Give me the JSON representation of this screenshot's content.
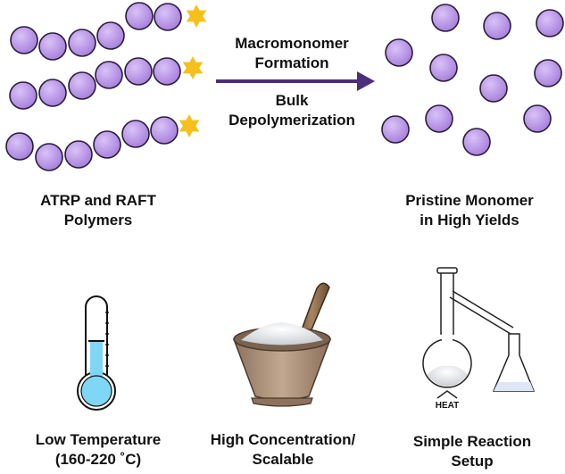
{
  "colors": {
    "bead_fill": "#b48be6",
    "bead_edge": "#2a1d3a",
    "arrow": "#4b2f7a",
    "star": "#f5c01b",
    "thermo_liquid": "#7fd6f5",
    "mortar": "#b59a82",
    "powder": "#e9ecef",
    "pestle": "#8a6a4a"
  },
  "icons": [
    "star-icon",
    "thermometer-icon",
    "mortar-pestle-icon",
    "flask-setup-icon"
  ],
  "arrow": {
    "top_line1": "Macromonomer",
    "top_line2": "Formation",
    "bottom_line1": "Bulk",
    "bottom_line2": "Depolymerization"
  },
  "left_caption": {
    "line1": "ATRP and RAFT",
    "line2": "Polymers"
  },
  "right_caption": {
    "line1": "Pristine Monomer",
    "line2": "in High Yields"
  },
  "features": [
    {
      "line1": "Low Temperature",
      "line2": "(160-220 ˚C)"
    },
    {
      "line1": "High Concentration/",
      "line2": "Scalable"
    },
    {
      "line1": "Simple Reaction",
      "line2": "Setup"
    }
  ],
  "heat_label": "HEAT"
}
